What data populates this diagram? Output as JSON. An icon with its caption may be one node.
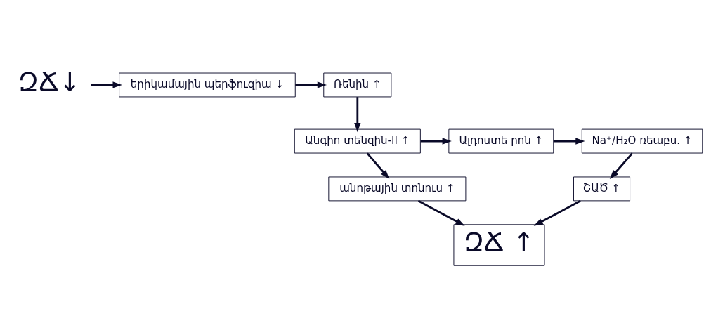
{
  "diagram": {
    "nodes": [
      {
        "text": [
          "ԶՃ↓"
        ]
      },
      {
        "text": [
          "երիկամային պերֆուզիա ↓"
        ]
      },
      {
        "text": [
          "Ռենին ↑"
        ]
      },
      {
        "text": [
          "Անգիո տենզին-II ↑"
        ]
      },
      {
        "text": [
          "Ալդոստե րոն ↑"
        ]
      },
      {
        "text": [
          "Na⁺/H₂O ռեաբս. ↑"
        ]
      },
      {
        "text": [
          "ՇԱԾ ↑"
        ]
      },
      {
        "text": [
          "անոթային տոնուս ↑"
        ]
      },
      {
        "text": [
          "ԶՃ ↑"
        ]
      }
    ],
    "edges": [
      {
        "from": 0,
        "to": 1,
        "arrow": "to"
      },
      {
        "from": 1,
        "to": 2,
        "arrow": "to"
      },
      {
        "from": 2,
        "to": 3,
        "arrow": "to"
      },
      {
        "from": 3,
        "to": 4,
        "arrow": "to"
      },
      {
        "from": 4,
        "to": 5,
        "arrow": "to"
      },
      {
        "from": 3,
        "to": 7,
        "arrow": "to"
      },
      {
        "from": 5,
        "to": 6,
        "arrow": "to"
      },
      {
        "from": 6,
        "to": 8,
        "arrow": "to"
      },
      {
        "from": 7,
        "to": 8,
        "arrow": "to"
      }
    ]
  }
}
